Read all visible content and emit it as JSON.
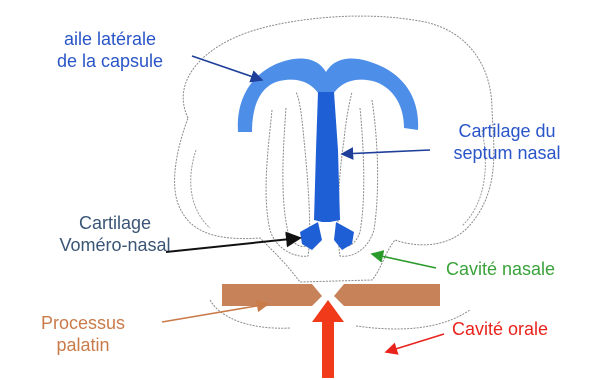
{
  "labels": {
    "aile_line1": "aile latérale",
    "aile_line2": "de la capsule",
    "septum_line1": "Cartilage du",
    "septum_line2": "septum nasal",
    "vomero_line1": "Cartilage",
    "vomero_line2": "Voméro-nasal",
    "cavite_nasale": "Cavité nasale",
    "cavite_orale": "Cavité orale",
    "processus_line1": "Processus",
    "processus_line2": "palatin"
  },
  "colors": {
    "aile": "#2a55c8",
    "septum": "#2a55c8",
    "vomero": "#3a5575",
    "nasale": "#3aa23a",
    "orale": "#e8231c",
    "processus": "#c97b4a",
    "capsule_light": "#4d8ee8",
    "septum_fill": "#1f5fd6",
    "palatine_fill": "#c8825a",
    "arrow_red": "#f03a1a",
    "outline": "#8a8a8a"
  }
}
